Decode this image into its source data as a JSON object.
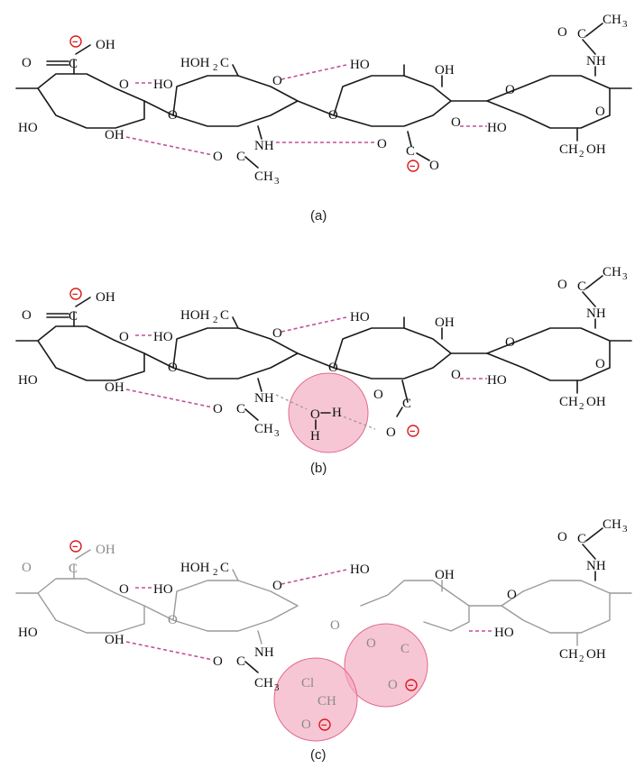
{
  "panels": [
    {
      "caption": "(a)",
      "labels": {
        "oh_carboxyl": "OH",
        "hoh2c": "HOH",
        "h2": "2",
        "c_hoh2c": "C",
        "ho_top": "HO",
        "oh_top": "OH",
        "o_ring1": "O",
        "ho_link1": "HO",
        "o_link1": "O",
        "o_link2": "O",
        "o_ring3": "O",
        "o_link3": "O",
        "ho_left": "HO",
        "oh_left": "OH",
        "nh_mid": "NH",
        "o_amide": "O",
        "c_amide": "C",
        "ch3_amide": "CH",
        "ch3_sub": "3",
        "o_carboxyl2": "O",
        "c_carboxyl2": "C",
        "o_carboxyl2b": "O",
        "o_ring4": "O",
        "ho_right": "HO",
        "ch2oh": "CH",
        "ch2oh_sub": "2",
        "ch2oh_oh": "OH",
        "nh_right": "NH",
        "c_right": "C",
        "o_right": "O",
        "ch3_right": "CH",
        "ch3_right_sub": "3",
        "c_carboxyl1": "C",
        "o_carboxyl1": "O",
        "minus": "−",
        "o_ring2": "O"
      }
    },
    {
      "caption": "(b)",
      "labels": {
        "oh_carboxyl": "OH",
        "hoh2c": "HOH",
        "h2": "2",
        "c_hoh2c": "C",
        "ho_top": "HO",
        "oh_top": "OH",
        "o_ring1": "O",
        "ho_link1": "HO",
        "o_link1": "O",
        "o_link2": "O",
        "o_ring3": "O",
        "o_link3": "O",
        "ho_left": "HO",
        "oh_left": "OH",
        "nh_mid": "NH",
        "o_amide": "O",
        "c_amide": "C",
        "ch3_amide": "CH",
        "ch3_sub": "3",
        "o_carboxyl2": "O",
        "c_carboxyl2": "C",
        "o_carboxyl2b": "O",
        "o_ring4": "O",
        "ho_right": "HO",
        "ch2oh": "CH",
        "ch2oh_sub": "2",
        "ch2oh_oh": "OH",
        "nh_right": "NH",
        "c_right": "C",
        "o_right": "O",
        "ch3_right": "CH",
        "ch3_right_sub": "3",
        "c_carboxyl1": "C",
        "o_carboxyl1": "O",
        "minus": "−",
        "o_ring2": "O",
        "water_o": "O",
        "water_h1": "H",
        "water_h2": "H"
      }
    },
    {
      "caption": "(c)",
      "labels": {
        "oh_carboxyl": "OH",
        "hoh2c": "HOH",
        "h2": "2",
        "c_hoh2c": "C",
        "ho_top": "HO",
        "oh_top": "OH",
        "o_ring1": "O",
        "ho_link1": "HO",
        "o_link1": "O",
        "o_link2": "O",
        "o_ring3": "O",
        "ho_left": "HO",
        "oh_left": "OH",
        "nh_mid": "NH",
        "o_amide": "O",
        "c_amide": "C",
        "ch3_amide": "CH",
        "ch3_sub": "3",
        "ho_right": "HO",
        "ch2oh": "CH",
        "ch2oh_sub": "2",
        "ch2oh_oh": "OH",
        "nh_right": "NH",
        "c_right": "C",
        "o_right": "O",
        "ch3_right": "CH",
        "ch3_right_sub": "3",
        "c_carboxyl1": "C",
        "o_carboxyl1": "O",
        "minus": "−",
        "o_ring2": "O",
        "cleaved_o1": "O",
        "cleaved_c": "C",
        "cleaved_o2": "O",
        "cl": "Cl",
        "ch": "CH",
        "cleaved_o3": "O"
      }
    }
  ],
  "colors": {
    "bond": "#1a1a1a",
    "hbond": "#c0509a",
    "negative_charge": "#d81b1b",
    "highlight_circle": "#f3a8bf"
  }
}
